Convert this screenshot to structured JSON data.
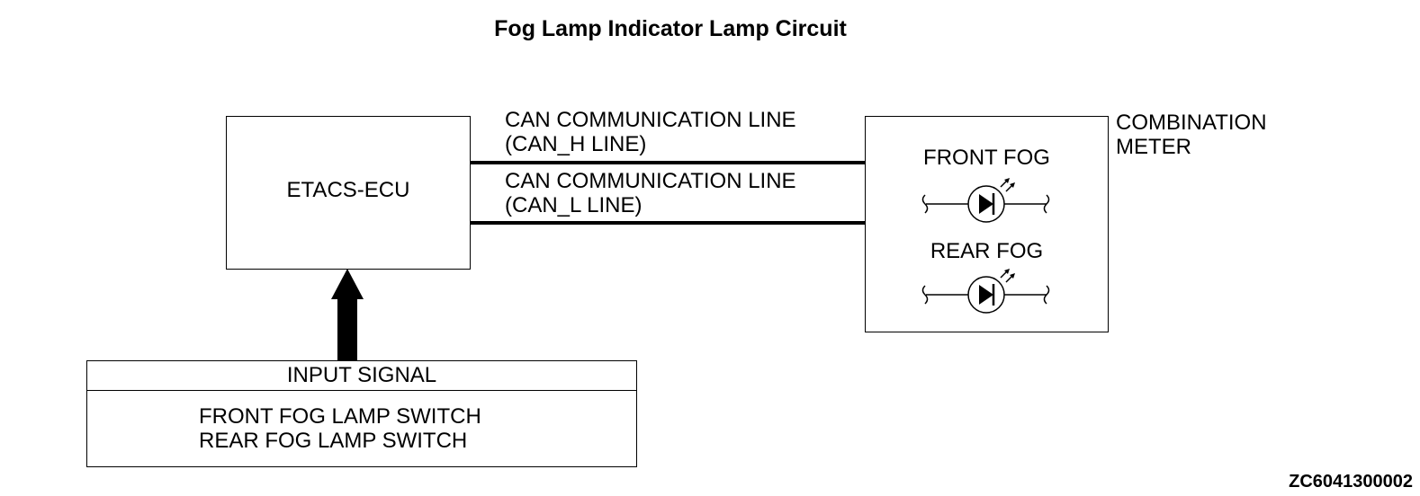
{
  "title": "Fog Lamp Indicator Lamp Circuit",
  "ecu": {
    "label": "ETACS-ECU"
  },
  "can_lines": {
    "high": {
      "line1": "CAN COMMUNICATION LINE",
      "line2": "(CAN_H LINE)"
    },
    "low": {
      "line1": "CAN COMMUNICATION LINE",
      "line2": "(CAN_L LINE)"
    }
  },
  "combination_meter": {
    "label_line1": "COMBINATION",
    "label_line2": "METER",
    "indicators": [
      {
        "label": "FRONT FOG",
        "icon": "led-icon"
      },
      {
        "label": "REAR FOG",
        "icon": "led-icon"
      }
    ]
  },
  "input_signal": {
    "header": "INPUT SIGNAL",
    "items": [
      "FRONT FOG LAMP SWITCH",
      "REAR FOG LAMP SWITCH"
    ]
  },
  "figure_code": "ZC6041300002"
}
